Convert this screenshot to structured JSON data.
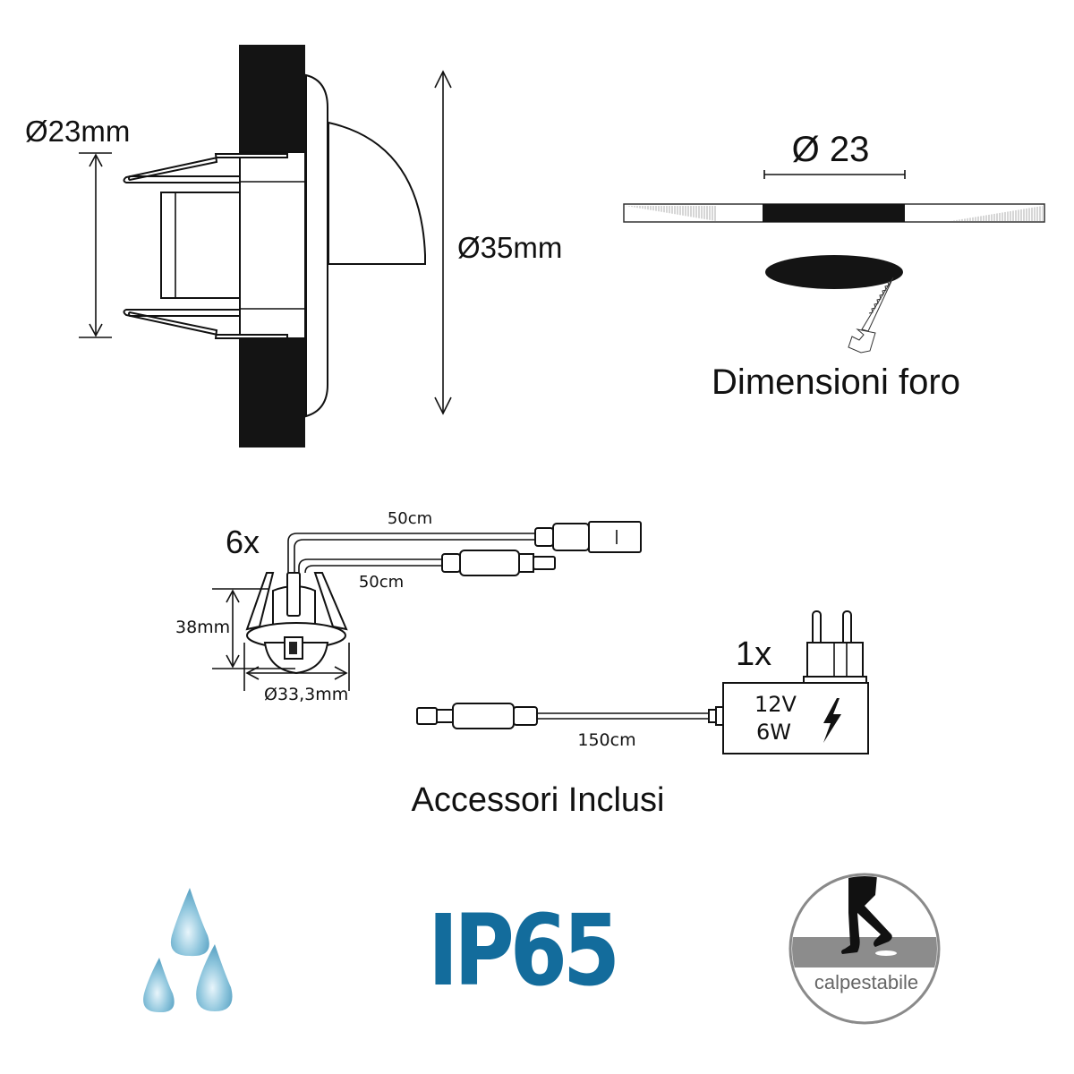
{
  "section_mounting": {
    "hole_diameter_label": "Ø23mm",
    "outer_diameter_label": "Ø35mm"
  },
  "section_hole": {
    "diameter_label": "Ø 23",
    "caption": "Dimensioni foro"
  },
  "section_accessories": {
    "light_quantity": "6x",
    "cable_length_1": "50cm",
    "cable_length_2": "50cm",
    "height_label": "38mm",
    "diameter_label": "Ø33,3mm",
    "adapter_quantity": "1x",
    "adapter_voltage": "12V",
    "adapter_power": "6W",
    "adapter_cable_length": "150cm",
    "caption": "Accessori Inclusi"
  },
  "badges": {
    "water_icon": "water-drops-icon",
    "ip_rating": "IP65",
    "ip_color": "#136c9c",
    "walkable_label": "calpestabile",
    "walkable_icon": "walking-legs-icon"
  }
}
